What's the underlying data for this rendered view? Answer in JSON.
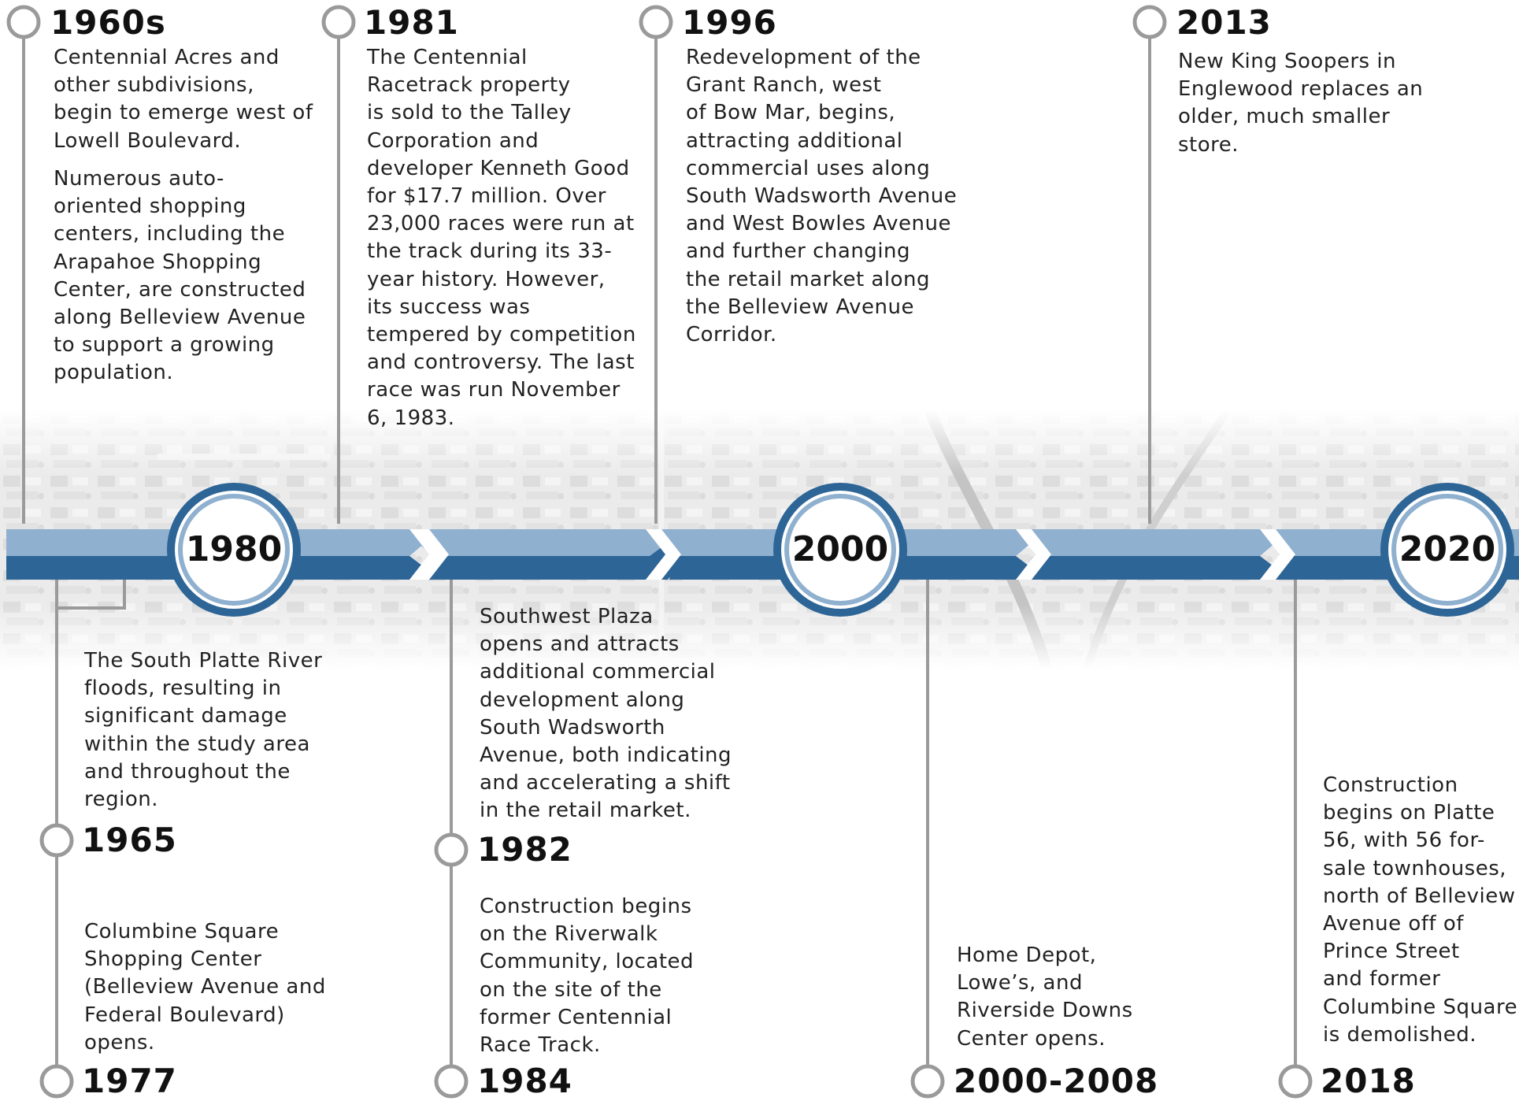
{
  "colors": {
    "band_light": "#8fb0cf",
    "band_dark": "#2d6596",
    "circle_ring": "#2d6596",
    "marker_gray": "#9a9a9a"
  },
  "decades": [
    "1980",
    "2000",
    "2020"
  ],
  "events": {
    "e1960s": {
      "year": "1960s",
      "p1": "Centennial Acres and\nother subdivisions,\nbegin to emerge west of\nLowell Boulevard.",
      "p2": "Numerous auto-\noriented shopping\ncenters, including the\nArapahoe Shopping\nCenter, are constructed\nalong Belleview Avenue\nto support a growing\npopulation."
    },
    "e1981": {
      "year": "1981",
      "text": "The Centennial\nRacetrack property\nis sold to the Talley\nCorporation and\ndeveloper Kenneth Good\nfor $17.7 million. Over\n23,000 races were run at\nthe track during its 33-\nyear history.  However,\nits success was\ntempered by competition\nand controversy. The last\nrace was run  November\n6, 1983."
    },
    "e1996": {
      "year": "1996",
      "text": "Redevelopment of the\nGrant Ranch, west\nof Bow Mar, begins,\nattracting additional\ncommercial uses along\nSouth Wadsworth Avenue\nand West Bowles Avenue\nand further changing\nthe retail market along\nthe Belleview Avenue\nCorridor."
    },
    "e2013": {
      "year": "2013",
      "text": "New King Soopers in\nEnglewood replaces an\nolder, much smaller\nstore."
    },
    "e1965": {
      "year": "1965",
      "text": "The South Platte River\nfloods, resulting in\nsignificant damage\nwithin the study area\nand throughout the\nregion."
    },
    "e1977": {
      "year": "1977",
      "text": "Columbine Square\nShopping Center\n(Belleview Avenue and\nFederal Boulevard)\nopens."
    },
    "e1982": {
      "year": "1982",
      "text": "Southwest Plaza\nopens and attracts\nadditional commercial\ndevelopment along\nSouth Wadsworth\nAvenue, both indicating\nand accelerating a shift\nin the retail market."
    },
    "e1984": {
      "year": "1984",
      "text": "Construction begins\non the Riverwalk\nCommunity, located\non the site of the\nformer Centennial\nRace Track."
    },
    "e2000_2008": {
      "year": "2000-2008",
      "text": "Home Depot,\nLowe’s, and\nRiverside Downs\nCenter opens."
    },
    "e2018": {
      "year": "2018",
      "text": "Construction\nbegins on Platte\n56, with 56 for-\nsale townhouses,\nnorth of Belleview\nAvenue off of\nPrince Street\nand former\nColumbine Square\nis demolished."
    }
  }
}
